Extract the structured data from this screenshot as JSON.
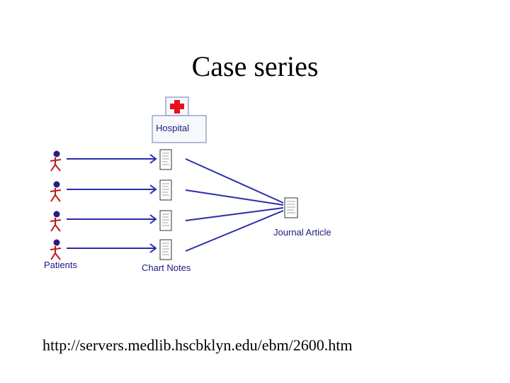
{
  "slide": {
    "title": "Case series",
    "source_url": "http://servers.medlib.hscbklyn.edu/ebm/2600.htm"
  },
  "diagram": {
    "labels": {
      "hospital": "Hospital",
      "patients": "Patients",
      "chart_notes": "Chart Notes",
      "journal_article": "Journal Article"
    },
    "colors": {
      "arrow": "#2b2bb0",
      "label": "#1a1a80",
      "cross": "#e8101e",
      "patient_head": "#2b1a80",
      "patient_body": "#c01818"
    },
    "icons": [
      "hospital-icon",
      "red-cross-icon",
      "person-icon",
      "document-icon"
    ]
  }
}
